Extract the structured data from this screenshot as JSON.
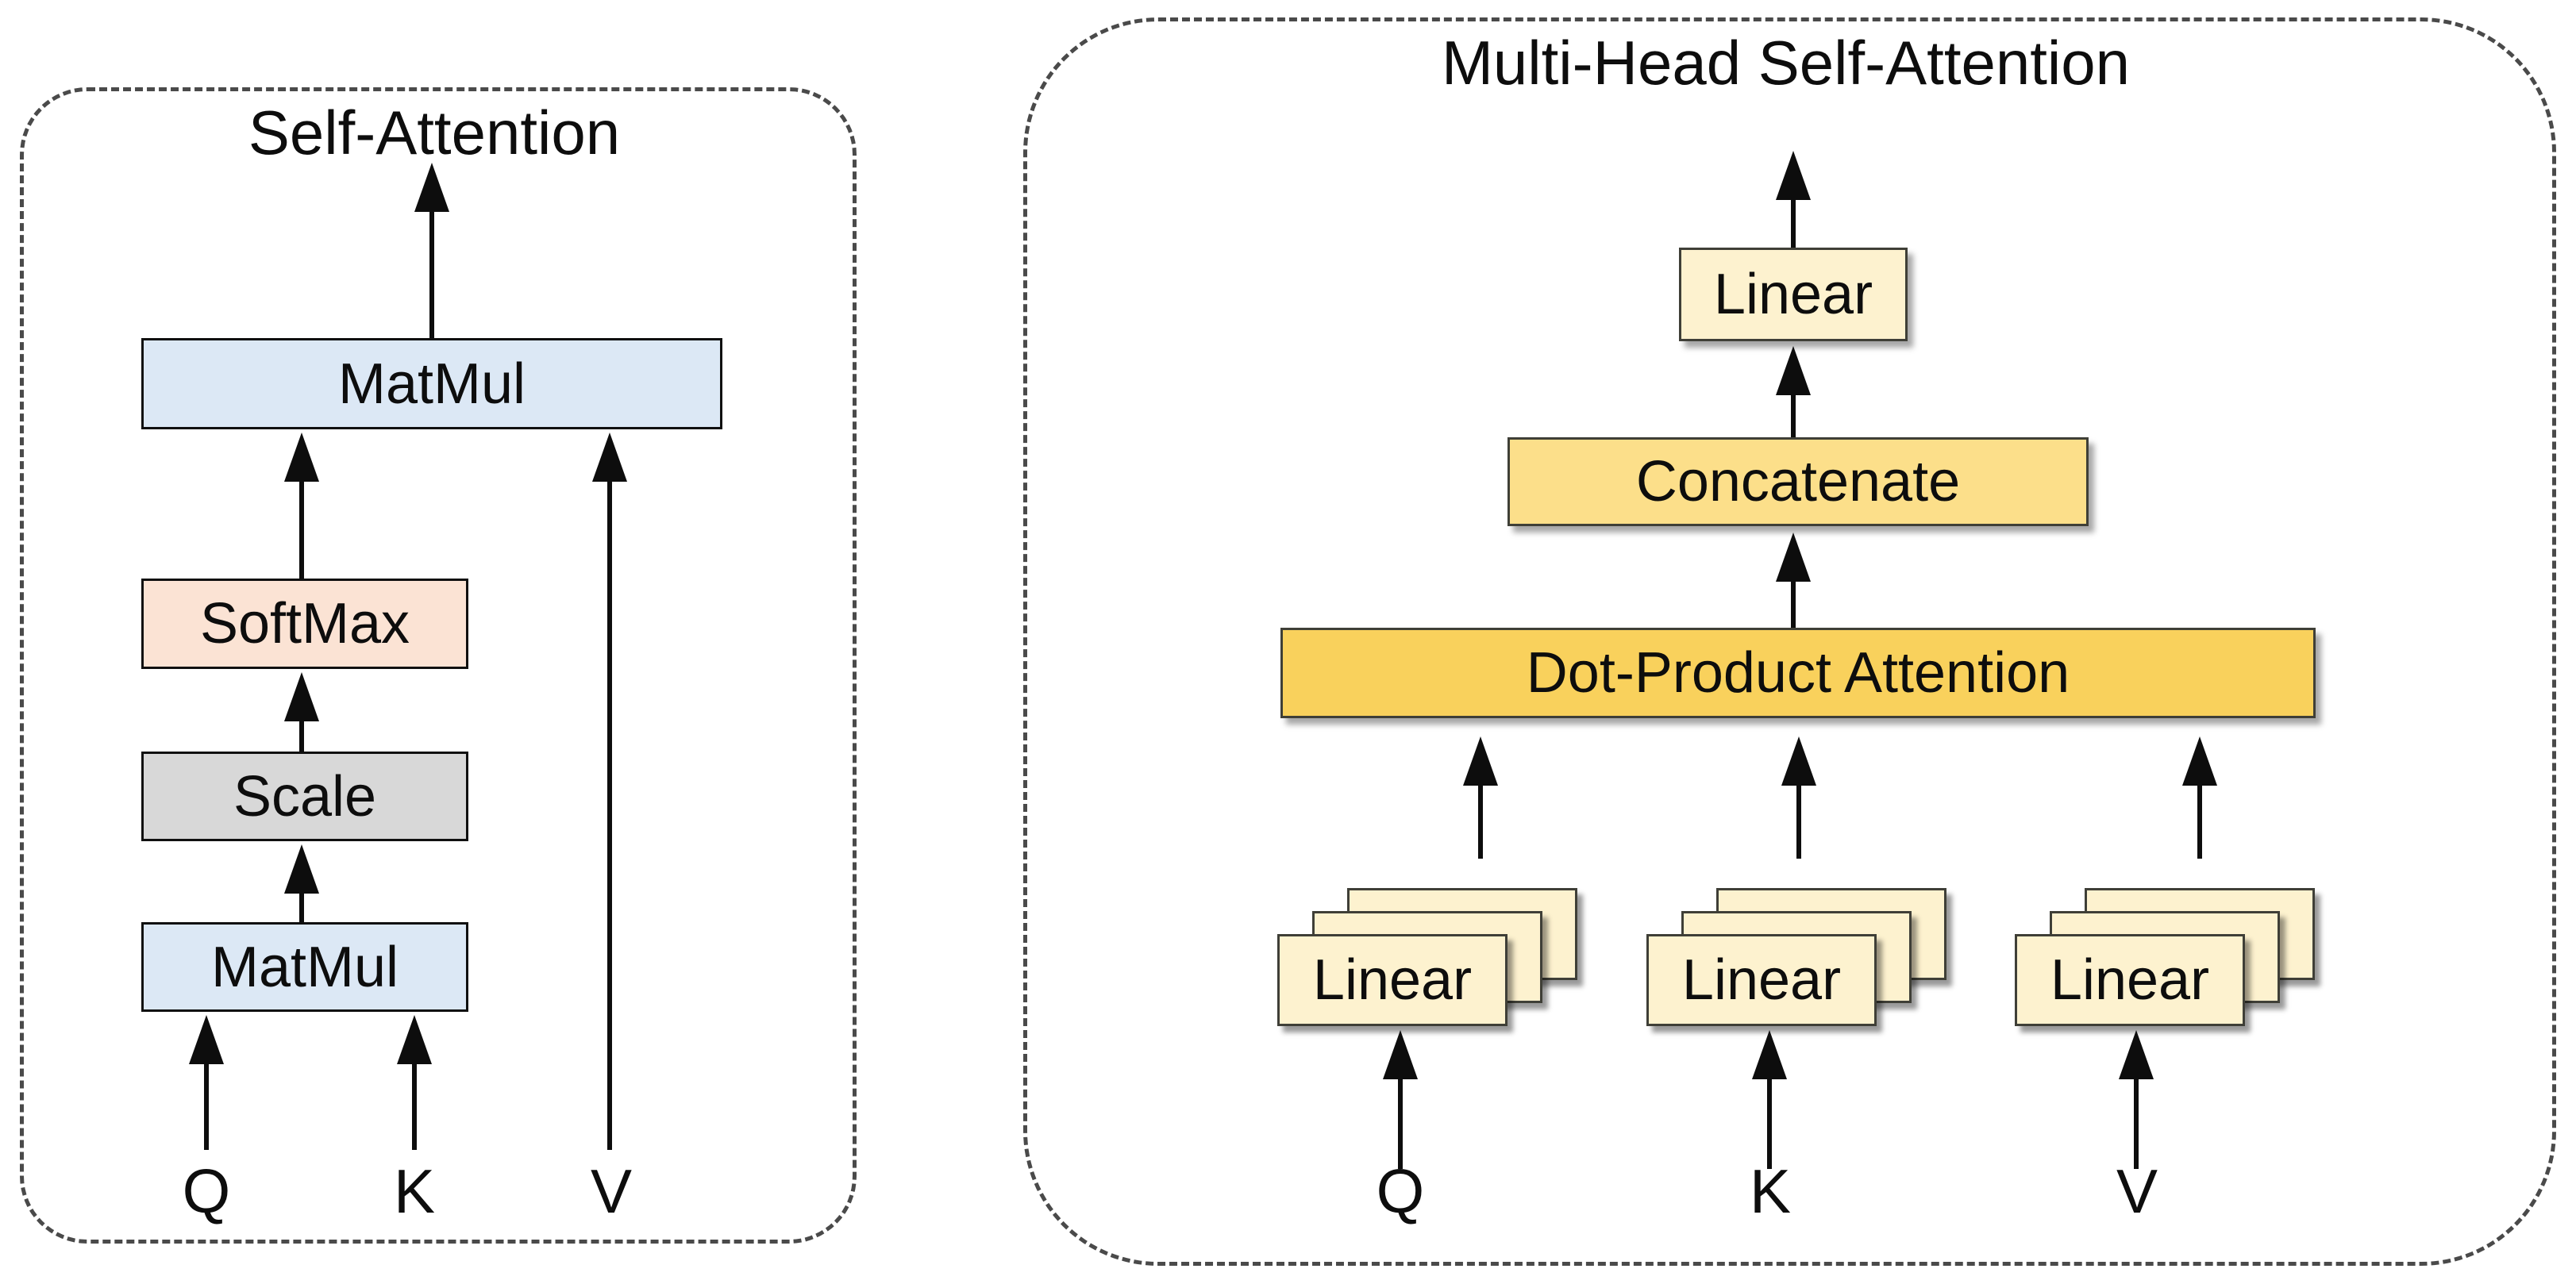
{
  "left_panel": {
    "title": "Self-Attention",
    "matmul_top": "MatMul",
    "softmax": "SoftMax",
    "scale": "Scale",
    "matmul_bottom": "MatMul",
    "input_q": "Q",
    "input_k": "K",
    "input_v": "V"
  },
  "right_panel": {
    "title": "Multi-Head Self-Attention",
    "linear_out": "Linear",
    "concatenate": "Concatenate",
    "dot_product_attention": "Dot-Product Attention",
    "linear_q": "Linear",
    "linear_k": "Linear",
    "linear_v": "Linear",
    "input_q": "Q",
    "input_k": "K",
    "input_v": "V"
  },
  "colors": {
    "matmul_fill": "#dce8f5",
    "softmax_fill": "#fbe3d4",
    "scale_fill": "#d8d8d8",
    "linear_fill": "#fdf2cf",
    "concatenate_fill": "#fcdf8a",
    "attention_fill": "#f9d15c",
    "arrow": "#0d0d0d",
    "panel_border": "#4a4a4a"
  }
}
